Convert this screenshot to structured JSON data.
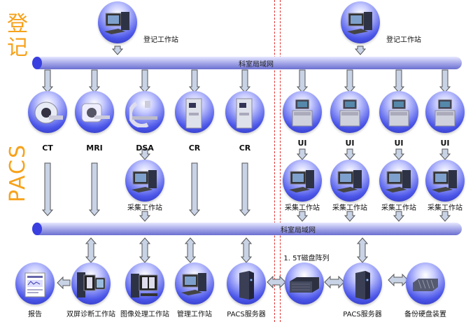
{
  "side_labels": {
    "registration": "登记",
    "pacs": "PACS"
  },
  "buses": {
    "top": "科室局域网",
    "bottom": "科室局域网"
  },
  "registration": [
    {
      "label": "登记工作站"
    },
    {
      "label": "登记工作站"
    }
  ],
  "modalities": [
    {
      "label": "CT",
      "icon": "ct-scanner-icon"
    },
    {
      "label": "MRI",
      "icon": "mri-scanner-icon"
    },
    {
      "label": "DSA",
      "icon": "dsa-machine-icon"
    },
    {
      "label": "CR",
      "icon": "cr-machine-icon"
    },
    {
      "label": "CR",
      "icon": "cr-machine-icon"
    },
    {
      "label": "UI",
      "icon": "ultrasound-icon"
    },
    {
      "label": "UI",
      "icon": "ultrasound-icon"
    },
    {
      "label": "UI",
      "icon": "ultrasound-icon"
    },
    {
      "label": "UI",
      "icon": "ultrasound-icon"
    }
  ],
  "acquisition": [
    {
      "label": "采集工作站"
    },
    {
      "label": "采集工作站"
    },
    {
      "label": "采集工作站"
    },
    {
      "label": "采集工作站"
    },
    {
      "label": "采集工作站"
    }
  ],
  "bottom": [
    {
      "label": "报告",
      "icon": "report-icon"
    },
    {
      "label": "双屏诊断工作站",
      "icon": "dual-screen-workstation-icon"
    },
    {
      "label": "图像处理工作站",
      "icon": "image-workstation-icon"
    },
    {
      "label": "管理工作站",
      "icon": "computer-icon"
    },
    {
      "label": "PACS服务器",
      "icon": "server-icon"
    },
    {
      "label": "",
      "icon": "disk-array-icon"
    },
    {
      "label": "PACS服务器",
      "icon": "server-icon"
    },
    {
      "label": "备份硬盘装置",
      "icon": "backup-disk-icon"
    }
  ],
  "disk_array_label": "1. 5T磁盘阵列",
  "colors": {
    "accent": "#f7a21b",
    "divider": "#e03030",
    "sphere": "#4a55e8"
  }
}
